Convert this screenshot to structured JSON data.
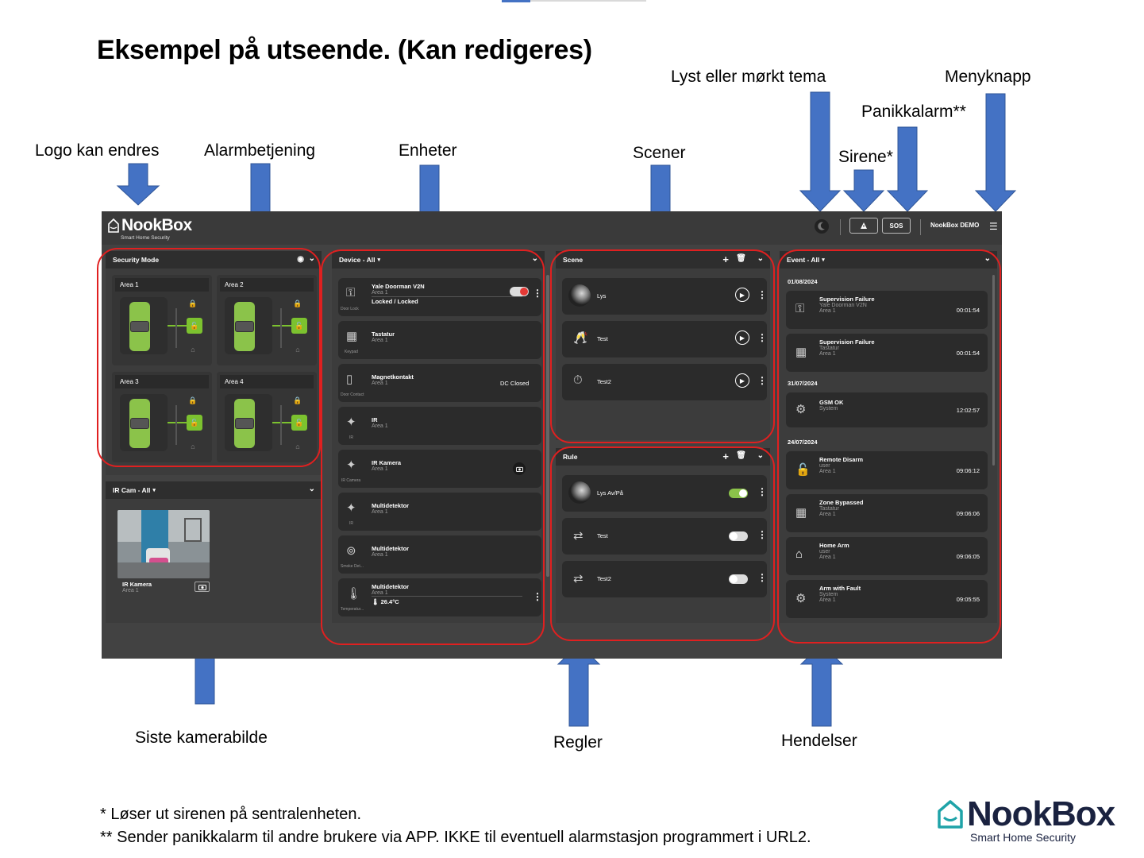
{
  "heading": "Eksempel på utseende. (Kan redigeres)",
  "callouts": {
    "logo": "Logo kan endres",
    "alarm": "Alarmbetjening",
    "devices": "Enheter",
    "scenes": "Scener",
    "theme": "Lyst eller mørkt tema",
    "siren": "Sirene*",
    "panic": "Panikkalarm**",
    "menu": "Menyknapp",
    "camera": "Siste kamerabilde",
    "rules": "Regler",
    "events": "Hendelser"
  },
  "footnotes": {
    "siren_note": "* Løser ut sirenen på sentralenheten.",
    "panic_note": "** Sender panikkalarm til andre brukere via APP. IKKE til eventuell alarmstasjon programmert i URL2."
  },
  "brand": {
    "name": "NookBox",
    "tagline": "Smart Home Security",
    "color": "#1a2240",
    "accent": "#1fa3a8"
  },
  "app": {
    "logo": {
      "name": "NookBox",
      "tagline": "Smart Home Security"
    },
    "header": {
      "sos_label": "SOS",
      "user": "NookBox DEMO"
    },
    "security": {
      "title": "Security Mode",
      "areas": [
        {
          "name": "Area 1",
          "state": "disarmed"
        },
        {
          "name": "Area 2",
          "state": "disarmed"
        },
        {
          "name": "Area 3",
          "state": "disarmed"
        },
        {
          "name": "Area 4",
          "state": "disarmed"
        }
      ]
    },
    "ircam": {
      "title": "IR Cam - All",
      "image": {
        "name": "IR Kamera",
        "area": "Area 1"
      }
    },
    "devices": {
      "title": "Device - All",
      "items": [
        {
          "name": "Yale Doorman V2N",
          "area": "Area 1",
          "type": "Door Lock",
          "status": "Locked / Locked",
          "icon": "door-lock-icon"
        },
        {
          "name": "Tastatur",
          "area": "Area 1",
          "type": "Keypad",
          "icon": "keypad-icon"
        },
        {
          "name": "Magnetkontakt",
          "area": "Area 1",
          "type": "Door Contact",
          "status": "DC Closed",
          "icon": "door-contact-icon"
        },
        {
          "name": "IR",
          "area": "Area 1",
          "type": "IR",
          "icon": "motion-sensor-icon"
        },
        {
          "name": "IR Kamera",
          "area": "Area 1",
          "type": "IR Camera",
          "icon": "ir-camera-icon"
        },
        {
          "name": "Multidetektor",
          "area": "Area 1",
          "type": "IR",
          "icon": "motion-sensor-icon"
        },
        {
          "name": "Multidetektor",
          "area": "Area 1",
          "type": "Smoke Det...",
          "icon": "smoke-detector-icon"
        },
        {
          "name": "Multidetektor",
          "area": "Area 1",
          "type": "Temperatur...",
          "status": "26.4°C",
          "icon": "temperature-icon"
        }
      ]
    },
    "scenes": {
      "title": "Scene",
      "items": [
        {
          "name": "Lys"
        },
        {
          "name": "Test"
        },
        {
          "name": "Test2"
        }
      ]
    },
    "rules": {
      "title": "Rule",
      "items": [
        {
          "name": "Lys Av/På",
          "enabled": true
        },
        {
          "name": "Test",
          "enabled": false
        },
        {
          "name": "Test2",
          "enabled": false
        }
      ]
    },
    "events": {
      "title": "Event - All",
      "groups": [
        {
          "date": "01/08/2024",
          "items": [
            {
              "title": "Supervision Failure",
              "line2": "Yale Doorman V2N",
              "line3": "Area 1",
              "time": "00:01:54",
              "icon": "door-lock-icon"
            },
            {
              "title": "Supervision Failure",
              "line2": "Tastatur",
              "line3": "Area 1",
              "time": "00:01:54",
              "icon": "keypad-icon"
            }
          ]
        },
        {
          "date": "31/07/2024",
          "items": [
            {
              "title": "GSM OK",
              "line2": "System",
              "line3": "",
              "time": "12:02:57",
              "icon": "gear-icon"
            }
          ]
        },
        {
          "date": "24/07/2024",
          "items": [
            {
              "title": "Remote Disarm",
              "line2": "user",
              "line3": "Area 1",
              "time": "09:06:12",
              "icon": "unlock-icon"
            },
            {
              "title": "Zone Bypassed",
              "line2": "Tastatur",
              "line3": "Area 1",
              "time": "09:06:06",
              "icon": "keypad-icon"
            },
            {
              "title": "Home Arm",
              "line2": "user",
              "line3": "Area 1",
              "time": "09:06:05",
              "icon": "home-icon"
            },
            {
              "title": "Arm with Fault",
              "line2": "System",
              "line3": "Area 1",
              "time": "09:05:55",
              "icon": "gear-icon"
            }
          ]
        }
      ]
    }
  }
}
